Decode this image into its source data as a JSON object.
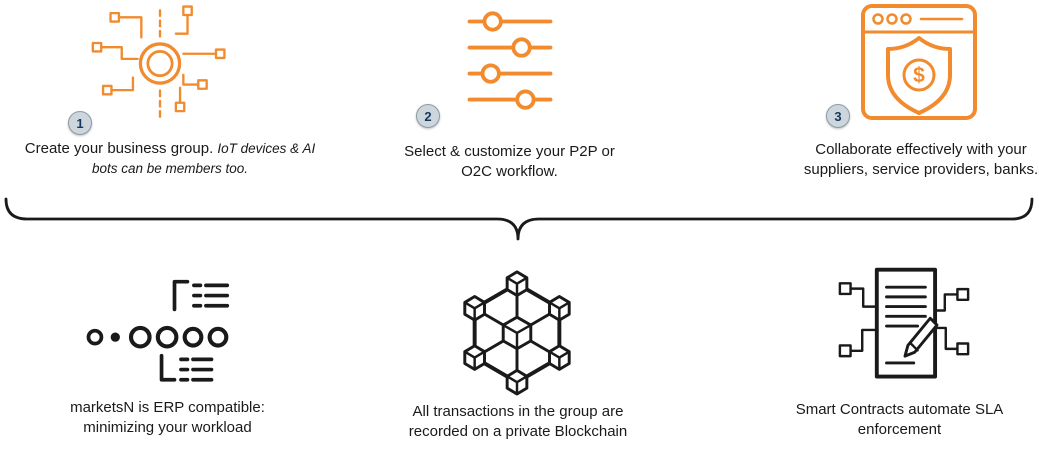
{
  "colors": {
    "accent": "#F28A2E",
    "ink": "#1A1A1A",
    "badge_bg": "#CDD6DD",
    "badge_border": "#8C9BA6",
    "badge_text": "#17375E"
  },
  "steps": [
    {
      "number": "1",
      "icon": "iot-network-icon",
      "text": "Create your business group.",
      "note": "IoT devices & AI bots can be members too."
    },
    {
      "number": "2",
      "icon": "sliders-icon",
      "text": "Select & customize your P2P or O2C workflow.",
      "note": ""
    },
    {
      "number": "3",
      "icon": "secure-payment-browser-icon",
      "text": "Collaborate effectively with your suppliers, service providers, banks.",
      "note": ""
    }
  ],
  "features": [
    {
      "icon": "erp-compatibility-icon",
      "text": "marketsN is ERP compatible: minimizing your workload"
    },
    {
      "icon": "blockchain-icon",
      "text": "All transactions in the group are recorded on a private Blockchain"
    },
    {
      "icon": "smart-contract-icon",
      "text": "Smart Contracts automate SLA enforcement"
    }
  ]
}
